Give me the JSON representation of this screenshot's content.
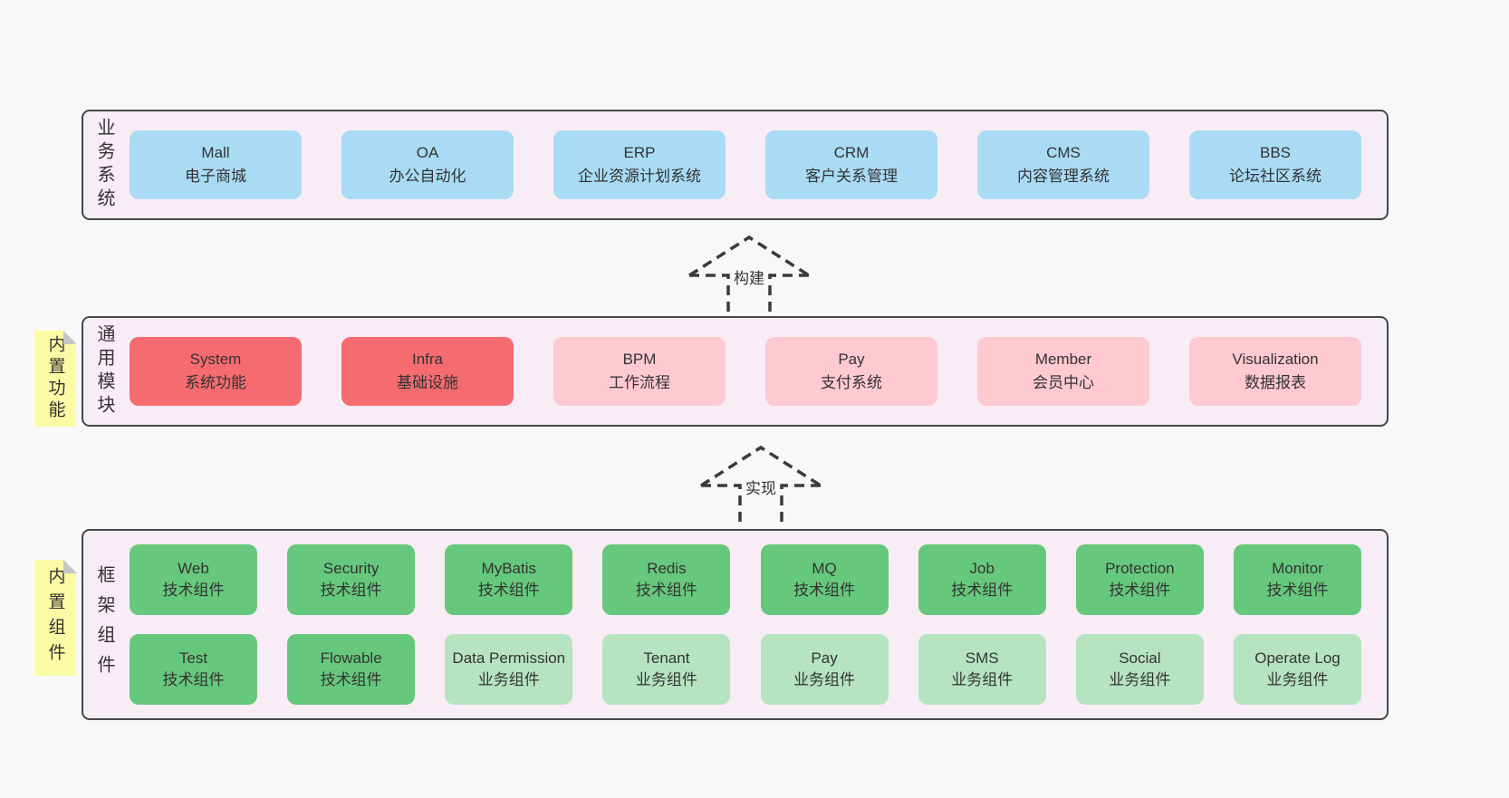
{
  "colors": {
    "page_bg": "#f8f8f8",
    "band_bg": "#f8ecf5",
    "band_border": "#474747",
    "blue_box": "#a9dbf5",
    "red_box": "#f56b70",
    "pink_box": "#ffc9d2",
    "green_box": "#66c87c",
    "green_light_box": "#b6e4c1",
    "note_bg": "#fbfba5",
    "note_fold": "#c6c6c6",
    "text": "#333333"
  },
  "arrows": [
    {
      "label": "构建"
    },
    {
      "label": "实现"
    }
  ],
  "bands": [
    {
      "label": "业务系统",
      "boxes": [
        {
          "title": "Mall",
          "subtitle": "电子商城"
        },
        {
          "title": "OA",
          "subtitle": "办公自动化"
        },
        {
          "title": "ERP",
          "subtitle": "企业资源计划系统"
        },
        {
          "title": "CRM",
          "subtitle": "客户关系管理"
        },
        {
          "title": "CMS",
          "subtitle": "内容管理系统"
        },
        {
          "title": "BBS",
          "subtitle": "论坛社区系统"
        }
      ]
    },
    {
      "label": "通用模块",
      "note": "内置功能",
      "boxes": [
        {
          "title": "System",
          "subtitle": "系统功能"
        },
        {
          "title": "Infra",
          "subtitle": "基础设施"
        },
        {
          "title": "BPM",
          "subtitle": "工作流程"
        },
        {
          "title": "Pay",
          "subtitle": "支付系统"
        },
        {
          "title": "Member",
          "subtitle": "会员中心"
        },
        {
          "title": "Visualization",
          "subtitle": "数据报表"
        }
      ]
    },
    {
      "label": "框架组件",
      "note": "内置组件",
      "rows": [
        [
          {
            "title": "Web",
            "subtitle": "技术组件"
          },
          {
            "title": "Security",
            "subtitle": "技术组件"
          },
          {
            "title": "MyBatis",
            "subtitle": "技术组件"
          },
          {
            "title": "Redis",
            "subtitle": "技术组件"
          },
          {
            "title": "MQ",
            "subtitle": "技术组件"
          },
          {
            "title": "Job",
            "subtitle": "技术组件"
          },
          {
            "title": "Protection",
            "subtitle": "技术组件"
          },
          {
            "title": "Monitor",
            "subtitle": "技术组件"
          }
        ],
        [
          {
            "title": "Test",
            "subtitle": "技术组件"
          },
          {
            "title": "Flowable",
            "subtitle": "技术组件"
          },
          {
            "title": "Data Permission",
            "subtitle": "业务组件"
          },
          {
            "title": "Tenant",
            "subtitle": "业务组件"
          },
          {
            "title": "Pay",
            "subtitle": "业务组件"
          },
          {
            "title": "SMS",
            "subtitle": "业务组件"
          },
          {
            "title": "Social",
            "subtitle": "业务组件"
          },
          {
            "title": "Operate Log",
            "subtitle": "业务组件"
          }
        ]
      ]
    }
  ]
}
